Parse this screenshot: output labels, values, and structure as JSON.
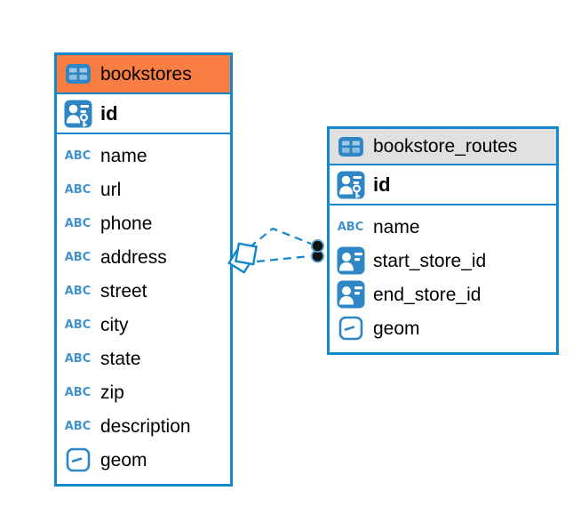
{
  "icons": {
    "text_type_glyph": "ABC",
    "table_icon_name": "table-icon",
    "primary_key_icon_name": "person-key-icon",
    "reference_icon_name": "person-column-icon",
    "geometry_icon_name": "geometry-type-icon"
  },
  "colors": {
    "border_blue": "#1287CB",
    "icon_blue": "#2E86C4",
    "abc_blue": "#4191CC",
    "header_orange": "#F97E43",
    "header_gray": "#E0E0E0",
    "connector_blue": "#1287CB",
    "dot_black": "#111111",
    "dot_ring": "#5CA5D6",
    "text_black": "#000000"
  },
  "diagram": {
    "tables": [
      {
        "name": "bookstores",
        "header_color": "orange",
        "columns": [
          {
            "name": "id",
            "type": "primary-key"
          },
          {
            "name": "name",
            "type": "text"
          },
          {
            "name": "url",
            "type": "text"
          },
          {
            "name": "phone",
            "type": "text"
          },
          {
            "name": "address",
            "type": "text"
          },
          {
            "name": "street",
            "type": "text"
          },
          {
            "name": "city",
            "type": "text"
          },
          {
            "name": "state",
            "type": "text"
          },
          {
            "name": "zip",
            "type": "text"
          },
          {
            "name": "description",
            "type": "text"
          },
          {
            "name": "geom",
            "type": "geometry"
          }
        ]
      },
      {
        "name": "bookstore_routes",
        "header_color": "gray",
        "columns": [
          {
            "name": "id",
            "type": "primary-key"
          },
          {
            "name": "name",
            "type": "text"
          },
          {
            "name": "start_store_id",
            "type": "reference"
          },
          {
            "name": "end_store_id",
            "type": "reference"
          },
          {
            "name": "geom",
            "type": "geometry"
          }
        ]
      }
    ],
    "relationships": [
      {
        "from": "bookstores",
        "to": "bookstore_routes",
        "line_style": "dashed"
      },
      {
        "from": "bookstores",
        "to": "bookstore_routes",
        "line_style": "dashed"
      }
    ]
  }
}
